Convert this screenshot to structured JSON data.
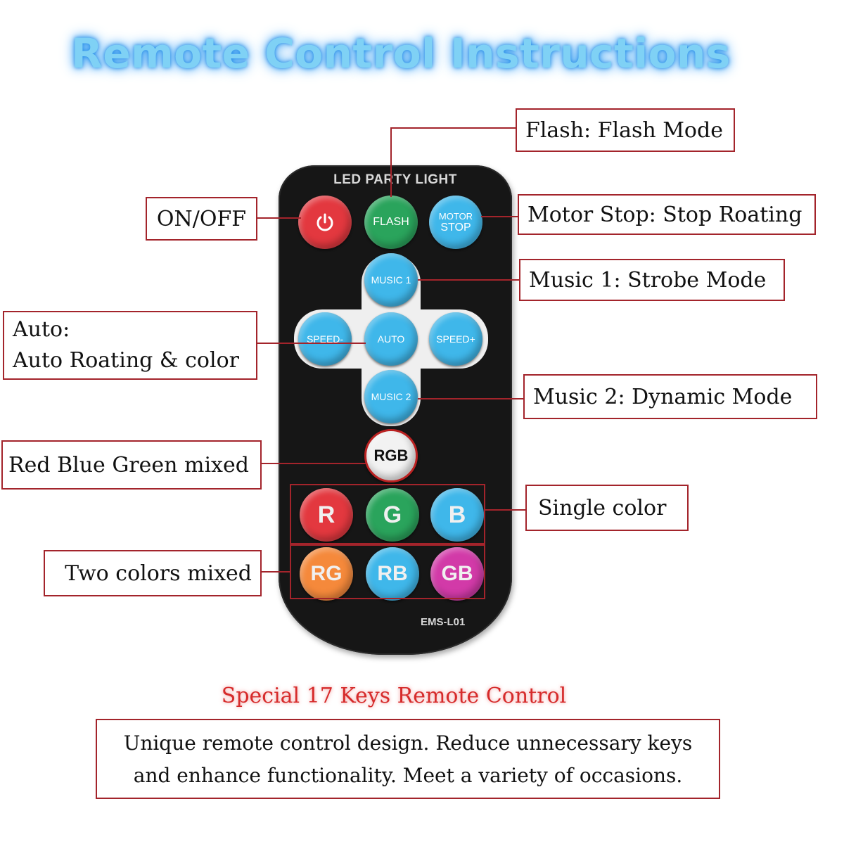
{
  "title": "Remote Control Instructions",
  "remote": {
    "brand": "LED PARTY LIGHT",
    "model": "EMS-L01",
    "buttons": {
      "flash": "FLASH",
      "motor_stop_1": "MOTOR",
      "motor_stop_2": "STOP",
      "music1": "MUSIC 1",
      "speed_minus": "SPEED-",
      "auto": "AUTO",
      "speed_plus": "SPEED+",
      "music2": "MUSIC 2",
      "rgb": "RGB",
      "r": "R",
      "g": "G",
      "b": "B",
      "rg": "RG",
      "rb": "RB",
      "gb": "GB"
    }
  },
  "labels": {
    "flash": "Flash: Flash Mode",
    "on_off": "ON/OFF",
    "motor_stop": "Motor Stop: Stop Roating",
    "music1": "Music 1: Strobe Mode",
    "auto_line1": "Auto:",
    "auto_line2": "Auto Roating & color",
    "music2": "Music 2: Dynamic Mode",
    "rgb_mixed": "Red Blue Green mixed",
    "single_color": "Single color",
    "two_colors": "Two colors mixed"
  },
  "subtitle": "Special 17 Keys Remote Control",
  "description": {
    "line1": "Unique remote control design. Reduce unnecessary keys",
    "line2": "and enhance functionality. Meet a variety of occasions."
  },
  "colors": {
    "accent_line": "#a3242b",
    "title_glow": "#7fd1f5",
    "subtitle": "#d62b2b"
  }
}
